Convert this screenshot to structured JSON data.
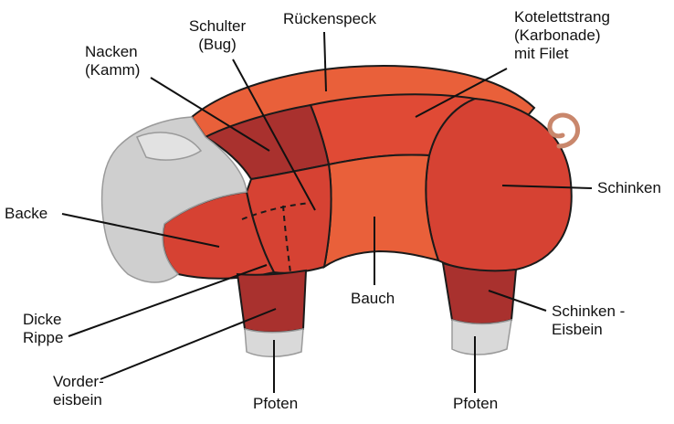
{
  "colors": {
    "background": "#ffffff",
    "lightCut": "#e9603a",
    "midCut": "#d64233",
    "darkCut": "#a9312e",
    "deepCut": "#8e2a28",
    "head": "#cfcfcf",
    "hoof": "#d9d9d9",
    "outline": "#1a1a1a",
    "text": "#111111"
  },
  "labels": {
    "schulter_1": "Schulter",
    "schulter_2": "(Bug)",
    "rueckenspeck": "Rückenspeck",
    "kotelett_1": "Kotelettstrang",
    "kotelett_2": "(Karbonade)",
    "kotelett_3": "mit Filet",
    "nacken_1": "Nacken",
    "nacken_2": "(Kamm)",
    "schinken": "Schinken",
    "backe": "Backe",
    "bauch": "Bauch",
    "schinken_eisbein_1": "Schinken -",
    "schinken_eisbein_2": "Eisbein",
    "dicke_rippe_1": "Dicke",
    "dicke_rippe_2": "Rippe",
    "vordereisbein_1": "Vorder-",
    "vordereisbein_2": "eisbein",
    "pfoten_left": "Pfoten",
    "pfoten_right": "Pfoten"
  }
}
